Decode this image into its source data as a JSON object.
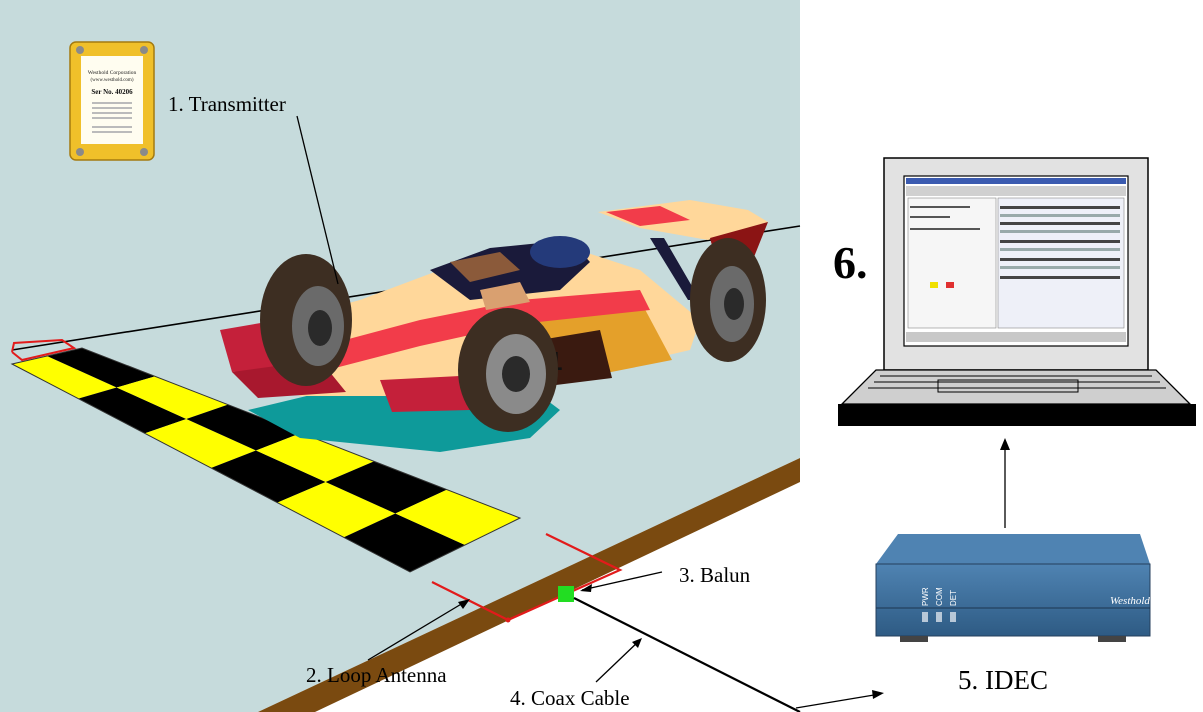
{
  "tag": {
    "company": "Westhold Corporation",
    "site": "(www.westhold.com)",
    "serial": "Ser No. 40206"
  },
  "idec_brand": "Westhold",
  "idec_leds": [
    "PWR",
    "COM",
    "DET"
  ],
  "labels": {
    "transmitter": "1. Transmitter",
    "loop_antenna": "2. Loop Antenna",
    "balun": "3. Balun",
    "coax_cable": "4. Coax Cable",
    "idec": "5. IDEC",
    "computer": "6."
  },
  "colors": {
    "floor": "#c6dbdc",
    "track_edge": "#7a4a10",
    "checker_yellow": "#ffff00",
    "checker_black": "#000000",
    "loop_antenna": "#e21b1b",
    "balun": "#22dd22",
    "car_body": "#ffd79a",
    "car_stripe": "#f23c4a",
    "car_red": "#c4203a",
    "car_wing_dark": "#8b1414",
    "tire": "#3d2e22",
    "rim": "#7f7f7f",
    "shadow": "#0e9a9a",
    "transmitter_case": "#f0c02a",
    "idec_case": "#3f6f9b"
  }
}
